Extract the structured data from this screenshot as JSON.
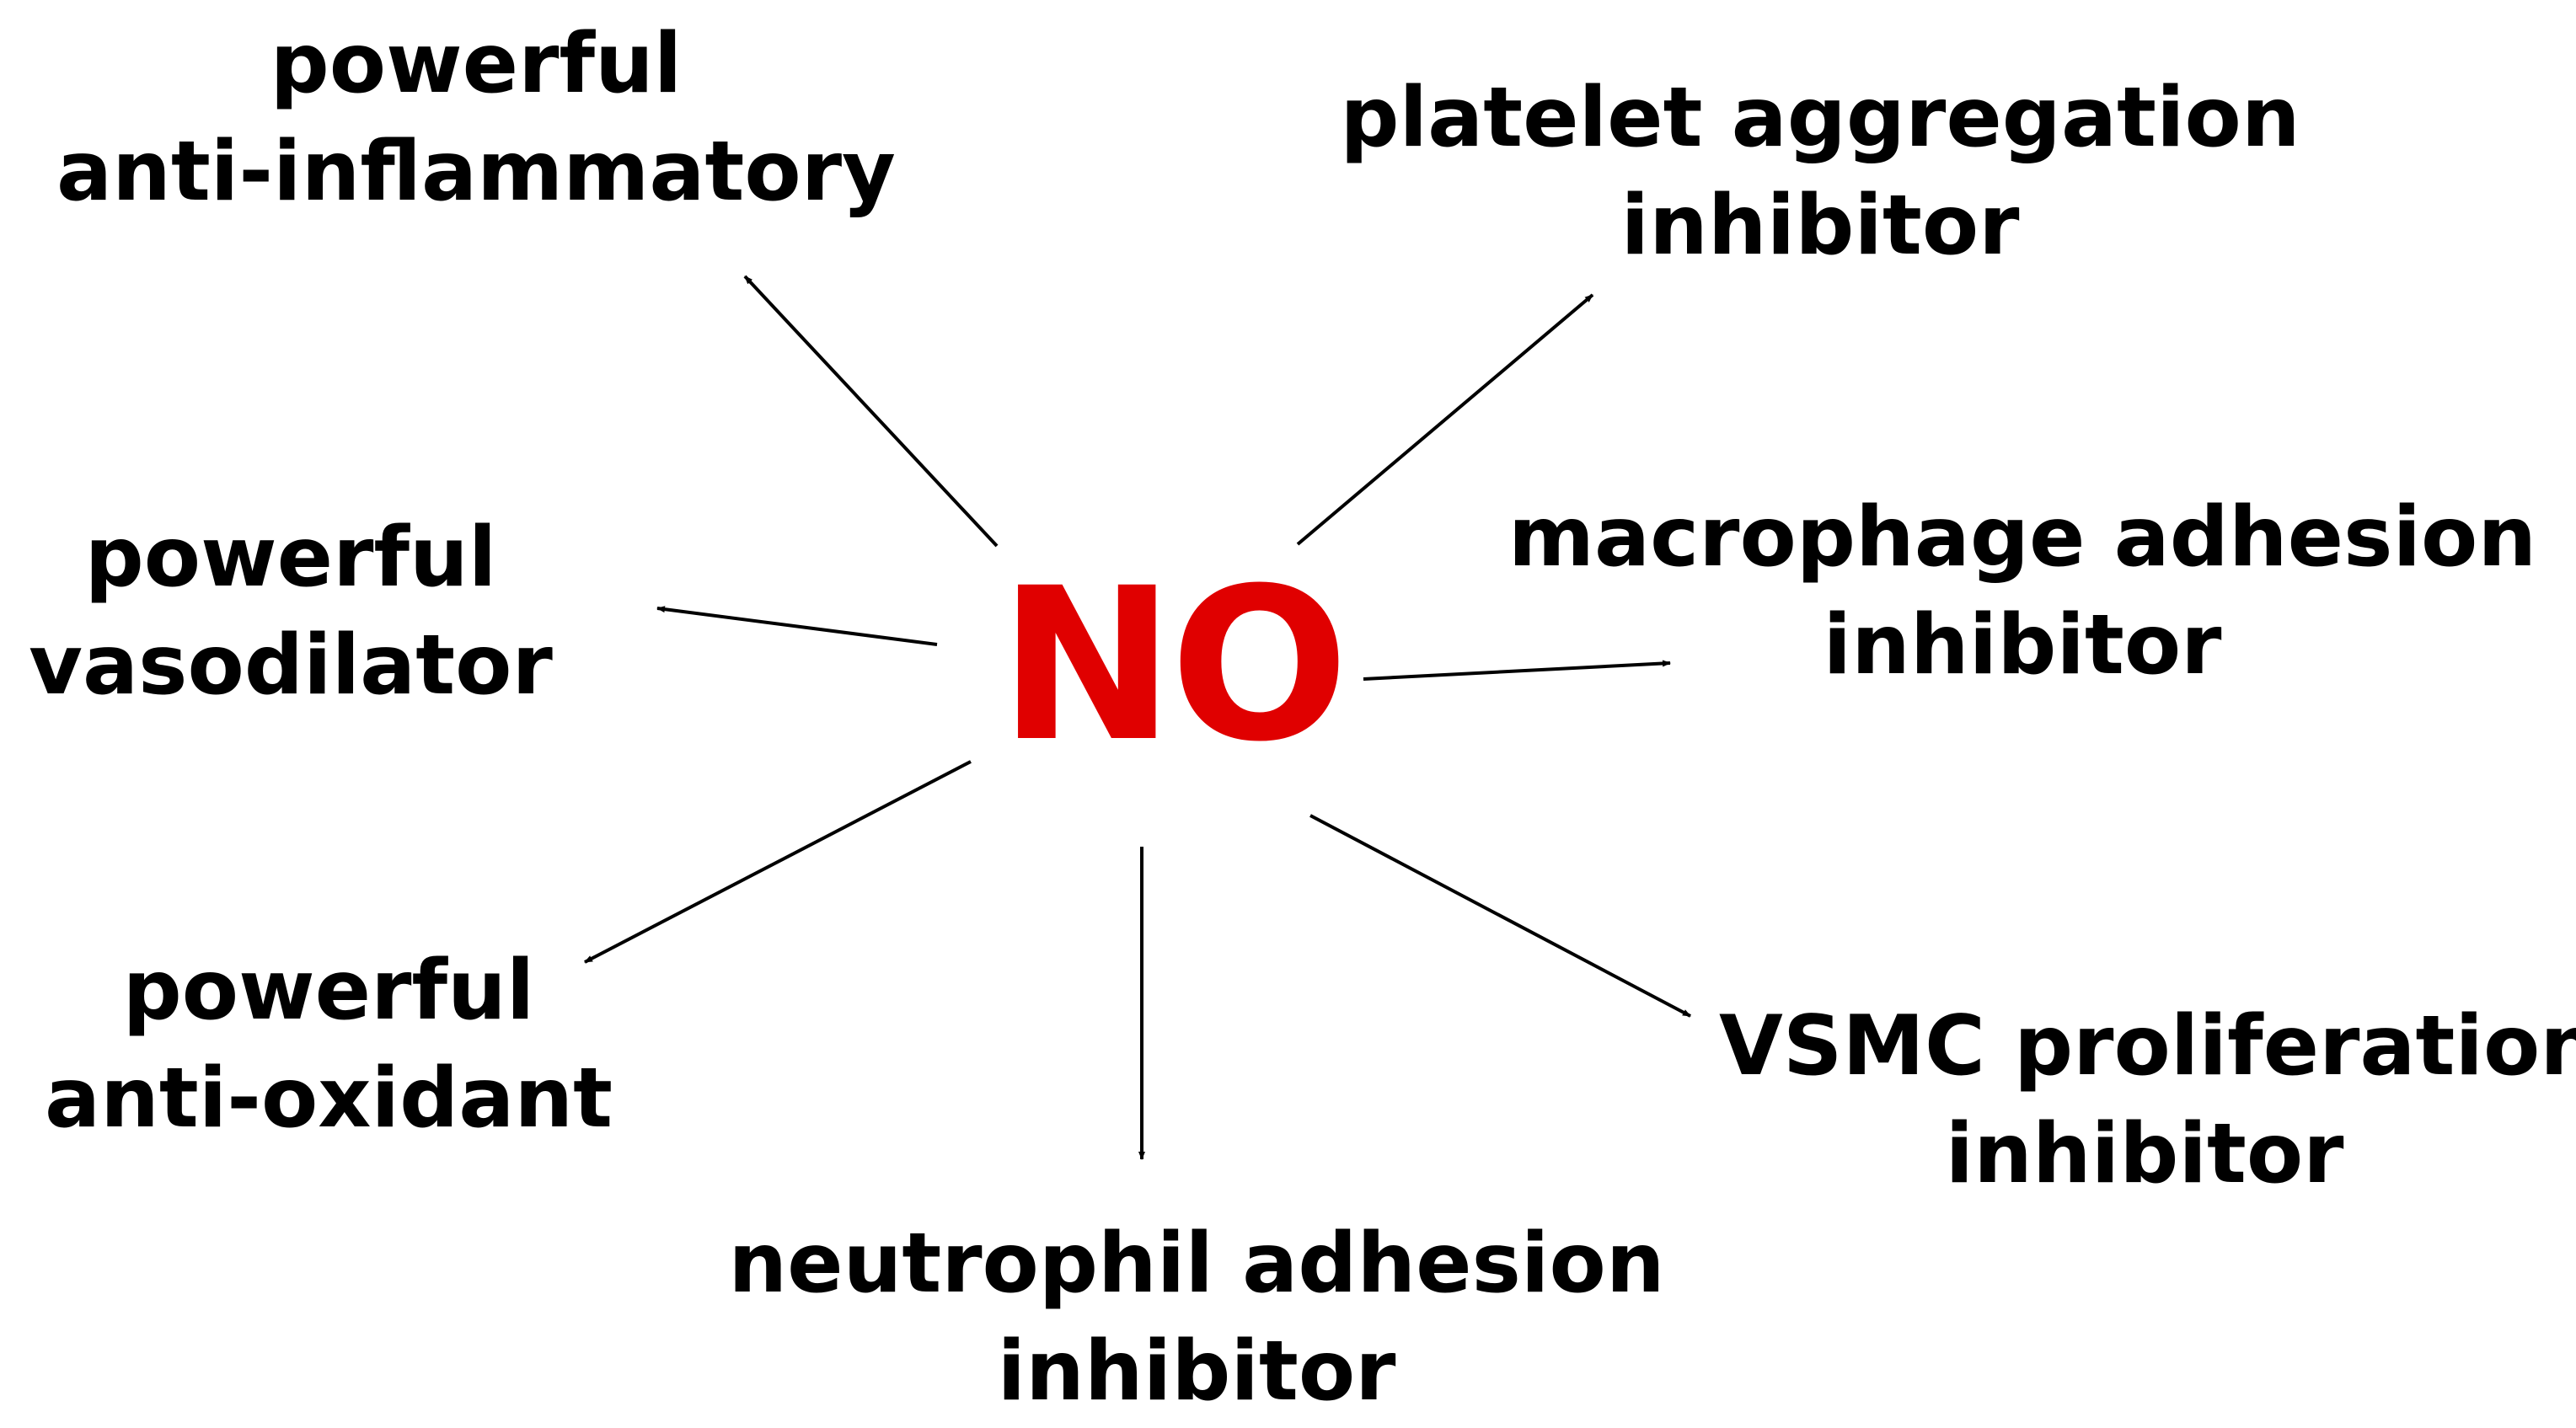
{
  "colors": {
    "center": "#e00000",
    "text": "#000000",
    "arrow": "#000000"
  },
  "center": {
    "label": "NO"
  },
  "effects": {
    "anti_inflammatory": {
      "line1": "powerful",
      "line2": "anti-inflammatory"
    },
    "platelet": {
      "line1": "platelet aggregation",
      "line2": "inhibitor"
    },
    "vasodilator": {
      "line1": "powerful",
      "line2": "vasodilator"
    },
    "macrophage": {
      "line1": "macrophage adhesion",
      "line2": "inhibitor"
    },
    "anti_oxidant": {
      "line1": "powerful",
      "line2": "anti-oxidant"
    },
    "vsmc": {
      "line1": "VSMC proliferation",
      "line2": "inhibitor"
    },
    "neutrophil": {
      "line1": "neutrophil adhesion",
      "line2": "inhibitor"
    }
  }
}
